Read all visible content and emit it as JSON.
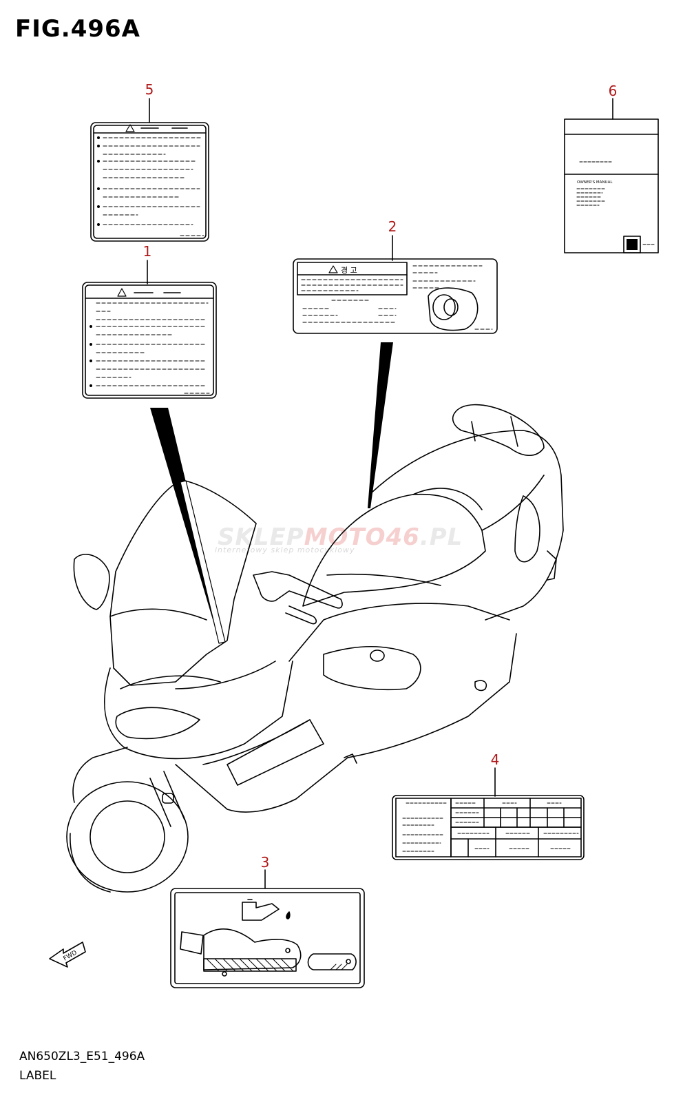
{
  "figure": {
    "title": "FIG.496A",
    "model_code": "AN650ZL3_E51_496A",
    "section_name": "LABEL"
  },
  "callouts": [
    "1",
    "2",
    "3",
    "4",
    "5",
    "6"
  ],
  "label_text": {
    "korean_warning": "경 고",
    "owners_manual": "OWNER'S MANUAL",
    "fwd_arrow": "FWD"
  },
  "watermark": {
    "main_a": "SKLEP",
    "main_b": "MOTO",
    "main_c": "46",
    "main_d": ".PL",
    "sub": "internetowy sklep motocyklowy"
  },
  "colors": {
    "callout_number": "#b01818",
    "line": "#000000"
  }
}
